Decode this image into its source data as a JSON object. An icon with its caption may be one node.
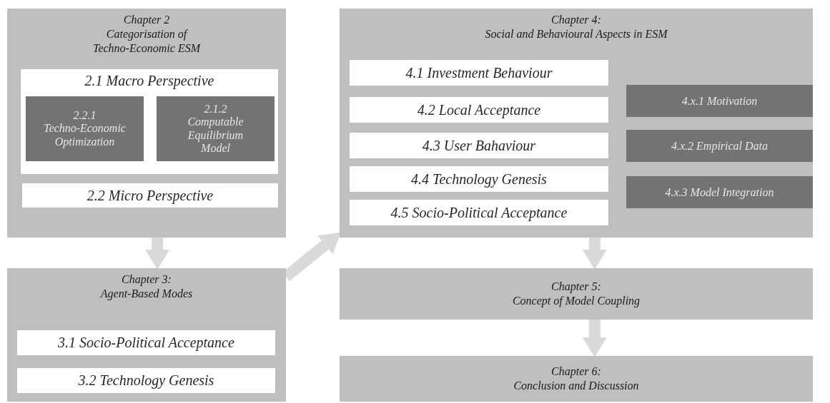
{
  "diagram": {
    "nodes": [
      {
        "text": [
          "Chapter 2",
          "Categorisation of Techno-Economic ESM"
        ]
      },
      {
        "text": [
          "2.1 Macro Perspective"
        ],
        "in": 0
      },
      {
        "text": [
          "2.2.1",
          "Techno-Economic Optimization"
        ],
        "in": 1
      },
      {
        "text": [
          "2.1.2",
          "Computable Equilibrium Model"
        ],
        "in": 1
      },
      {
        "text": [
          "2.2 Micro Perspective"
        ],
        "in": 0
      },
      {
        "text": [
          "Chapter 3:",
          "Agent-Based Modes"
        ]
      },
      {
        "text": [
          "3.1 Socio-Political Acceptance"
        ],
        "in": 5
      },
      {
        "text": [
          "3.2 Technology Genesis"
        ],
        "in": 5
      },
      {
        "text": [
          "Chapter 4:",
          "Social and Behavioural Aspects in ESM"
        ]
      },
      {
        "text": [
          "4.1 Investment Behaviour"
        ],
        "in": 8
      },
      {
        "text": [
          "4.2 Local Acceptance"
        ],
        "in": 8
      },
      {
        "text": [
          "4.3 User Bahaviour"
        ],
        "in": 8
      },
      {
        "text": [
          "4.4 Technology Genesis"
        ],
        "in": 8
      },
      {
        "text": [
          "4.5 Socio-Political Acceptance"
        ],
        "in": 8
      },
      {
        "text": [
          "4.x.1 Motivation"
        ],
        "in": 8
      },
      {
        "text": [
          "4.x.2 Empirical Data"
        ],
        "in": 8
      },
      {
        "text": [
          "4.x.3 Model Integration"
        ],
        "in": 8
      },
      {
        "text": [
          "Chapter 5:",
          "Concept of Model Coupling"
        ]
      },
      {
        "text": [
          "Chapter 6:",
          "Conclusion and Discussion"
        ]
      }
    ],
    "edges": [
      {
        "from": 0,
        "to": 5,
        "arrow": "to"
      },
      {
        "from": 5,
        "to": 8,
        "arrow": "to"
      },
      {
        "from": 8,
        "to": 17,
        "arrow": "to"
      },
      {
        "from": 17,
        "to": 18,
        "arrow": "to"
      }
    ]
  }
}
